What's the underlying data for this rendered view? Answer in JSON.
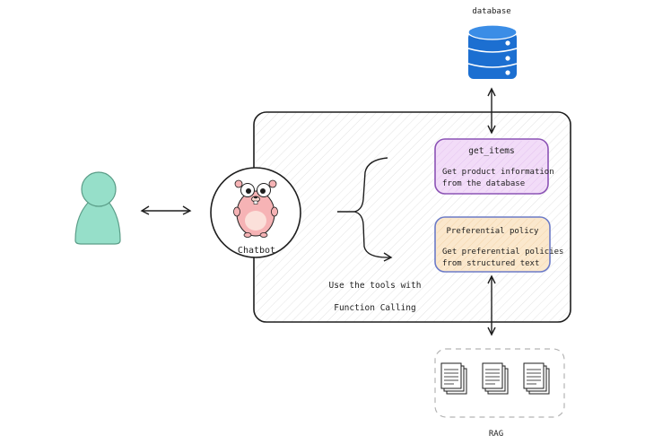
{
  "labels": {
    "database": "database",
    "chatbot": "Chatbot",
    "rag": "RAG"
  },
  "tools": {
    "get_items": {
      "title": "get_items",
      "desc_line1": "Get product information",
      "desc_line2": "from the database"
    },
    "policy": {
      "title": "Preferential policy",
      "desc_line1": "Get preferential policies",
      "desc_line2": "from structured text"
    }
  },
  "caption": {
    "line1": "Use the tools with",
    "line2": "Function Calling"
  },
  "icons": {
    "user": "user-icon",
    "chatbot": "gopher-mascot-icon",
    "database": "database-icon",
    "documents": "document-icon"
  },
  "colors": {
    "user_fill": "#96dfc9",
    "database_fill": "#1c6fd1",
    "gopher_fill": "#f6b3b5",
    "get_items_fill": "#f2dcf8",
    "get_items_border": "#8b53b5",
    "policy_fill": "#fbe8cd",
    "policy_border": "#6c7bc7",
    "stroke": "#1e1e1e"
  }
}
